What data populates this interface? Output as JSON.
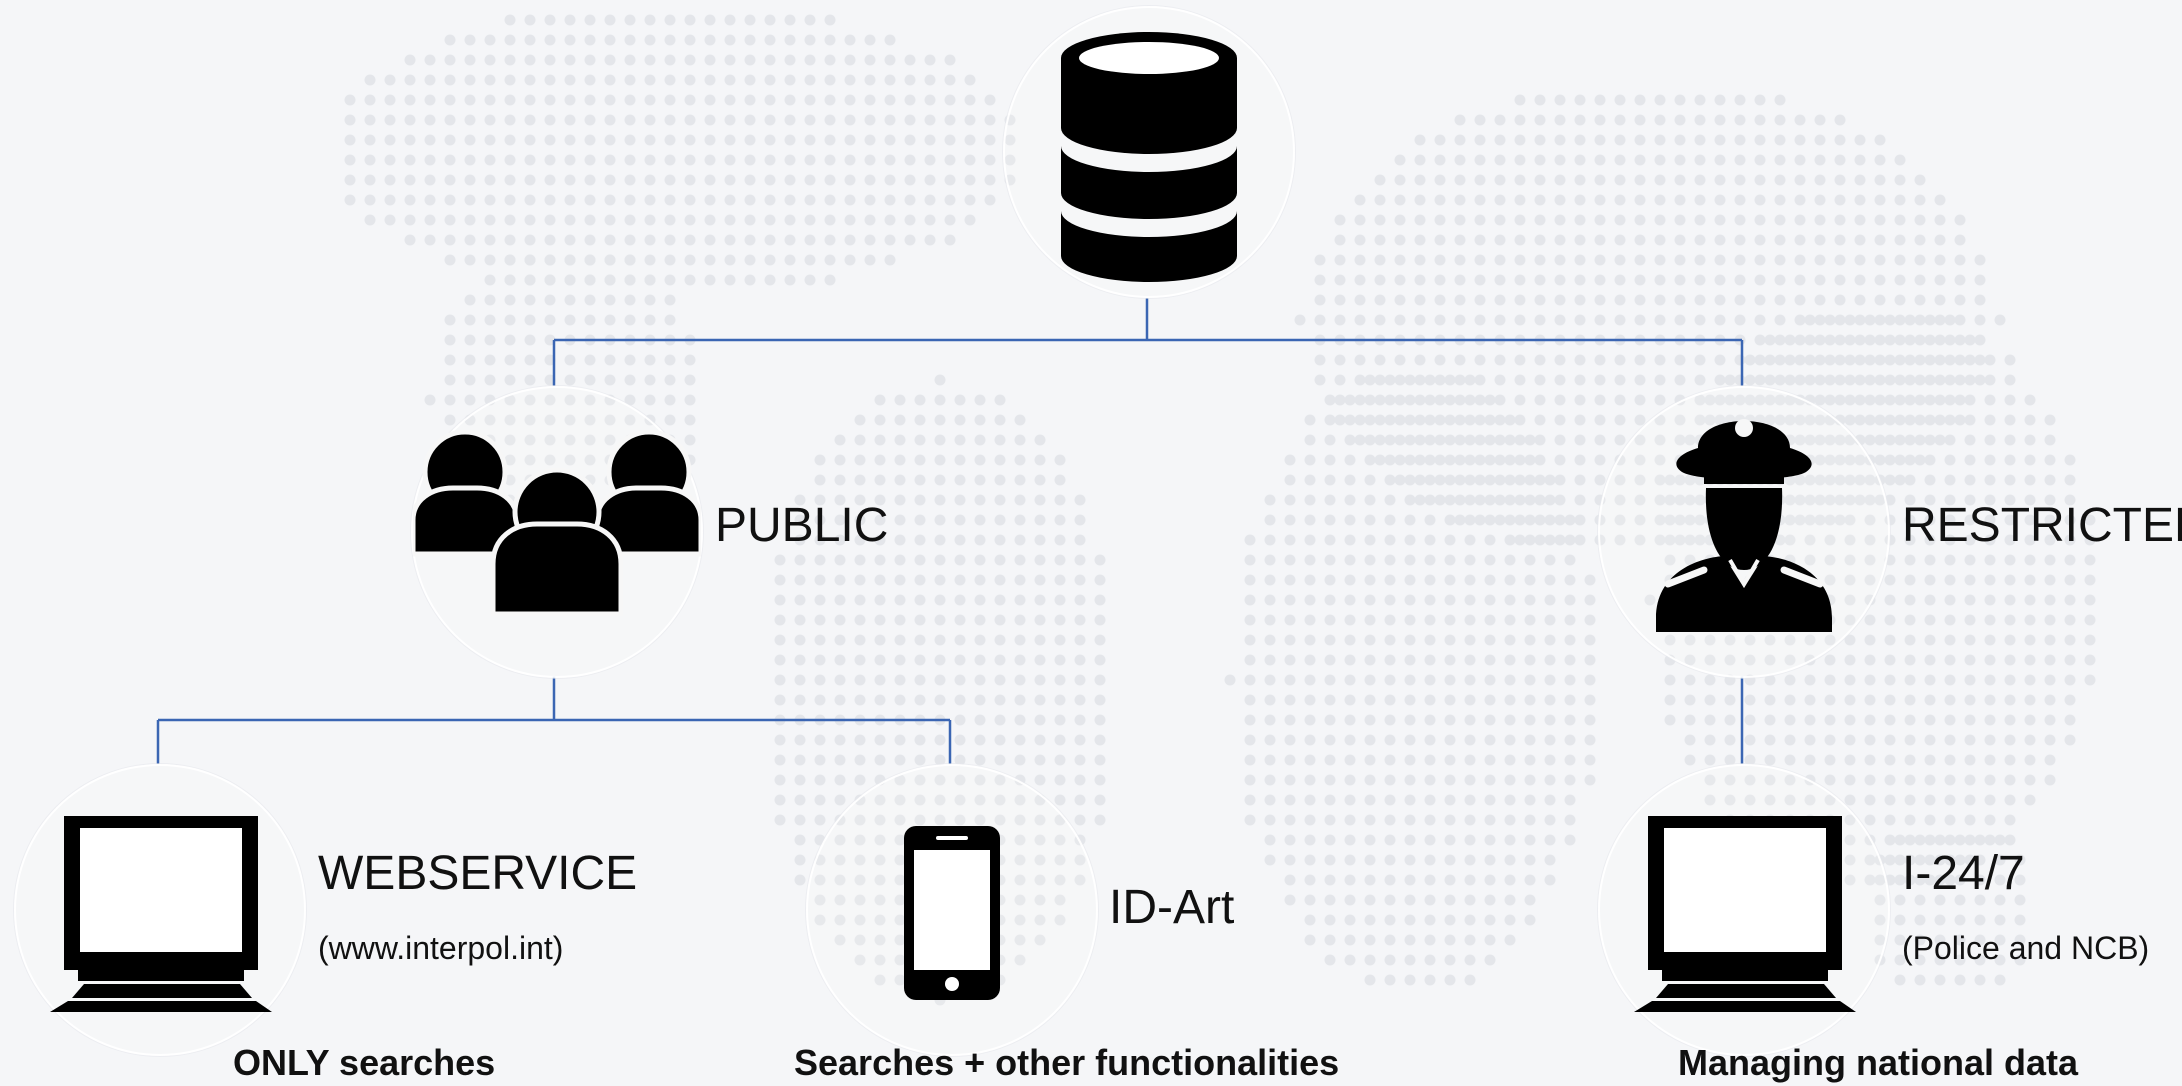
{
  "diagram": {
    "connector_color": "#3b66b3",
    "nodes": {
      "database": {
        "icon": "database-icon"
      },
      "public": {
        "icon": "people-group-icon",
        "label": "PUBLIC"
      },
      "restricted": {
        "icon": "police-officer-icon",
        "label": "RESTRICTED"
      },
      "webservice": {
        "icon": "desktop-computer-icon",
        "label": "WEBSERVICE",
        "sublabel": "(www.interpol.int)",
        "caption": "ONLY searches"
      },
      "idart": {
        "icon": "smartphone-icon",
        "label": "ID-Art",
        "caption": "Searches + other functionalities"
      },
      "i247": {
        "icon": "desktop-computer-icon",
        "label": "I-24/7",
        "sublabel": "(Police and NCB)",
        "caption": "Managing national data"
      }
    }
  }
}
